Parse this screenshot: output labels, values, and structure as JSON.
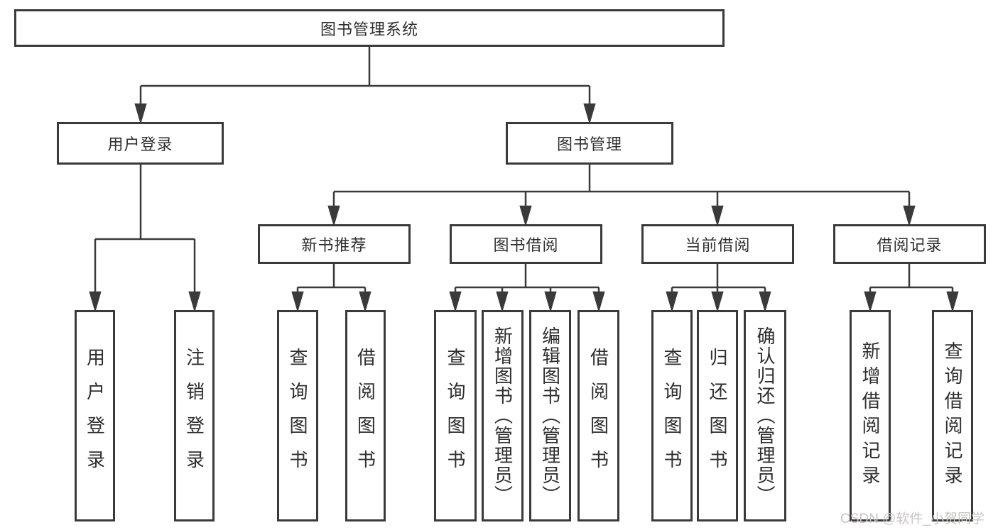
{
  "tree": {
    "label": "图书管理系统",
    "children": [
      {
        "label": "用户登录",
        "children": [
          {
            "label": "用户登录"
          },
          {
            "label": "注销登录"
          }
        ]
      },
      {
        "label": "图书管理",
        "children": [
          {
            "label": "新书推荐",
            "children": [
              {
                "label": "查询图书"
              },
              {
                "label": "借阅图书"
              }
            ]
          },
          {
            "label": "图书借阅",
            "children": [
              {
                "label": "查询图书"
              },
              {
                "label": "新增图书（管理员）"
              },
              {
                "label": "编辑图书（管理员）"
              },
              {
                "label": "借阅图书"
              }
            ]
          },
          {
            "label": "当前借阅",
            "children": [
              {
                "label": "查询图书"
              },
              {
                "label": "归还图书"
              },
              {
                "label": "确认归还（管理员）"
              }
            ]
          },
          {
            "label": "借阅记录",
            "children": [
              {
                "label": "新增借阅记录"
              },
              {
                "label": "查询借阅记录"
              }
            ]
          }
        ]
      }
    ]
  },
  "watermark": "CSDN @软件_小贺同学",
  "colors": {
    "line": "#3a3a3a",
    "box_border": "#3a3a3a",
    "text": "#2e2e2e",
    "watermark": "#c9c4c4",
    "background": "#ffffff"
  }
}
